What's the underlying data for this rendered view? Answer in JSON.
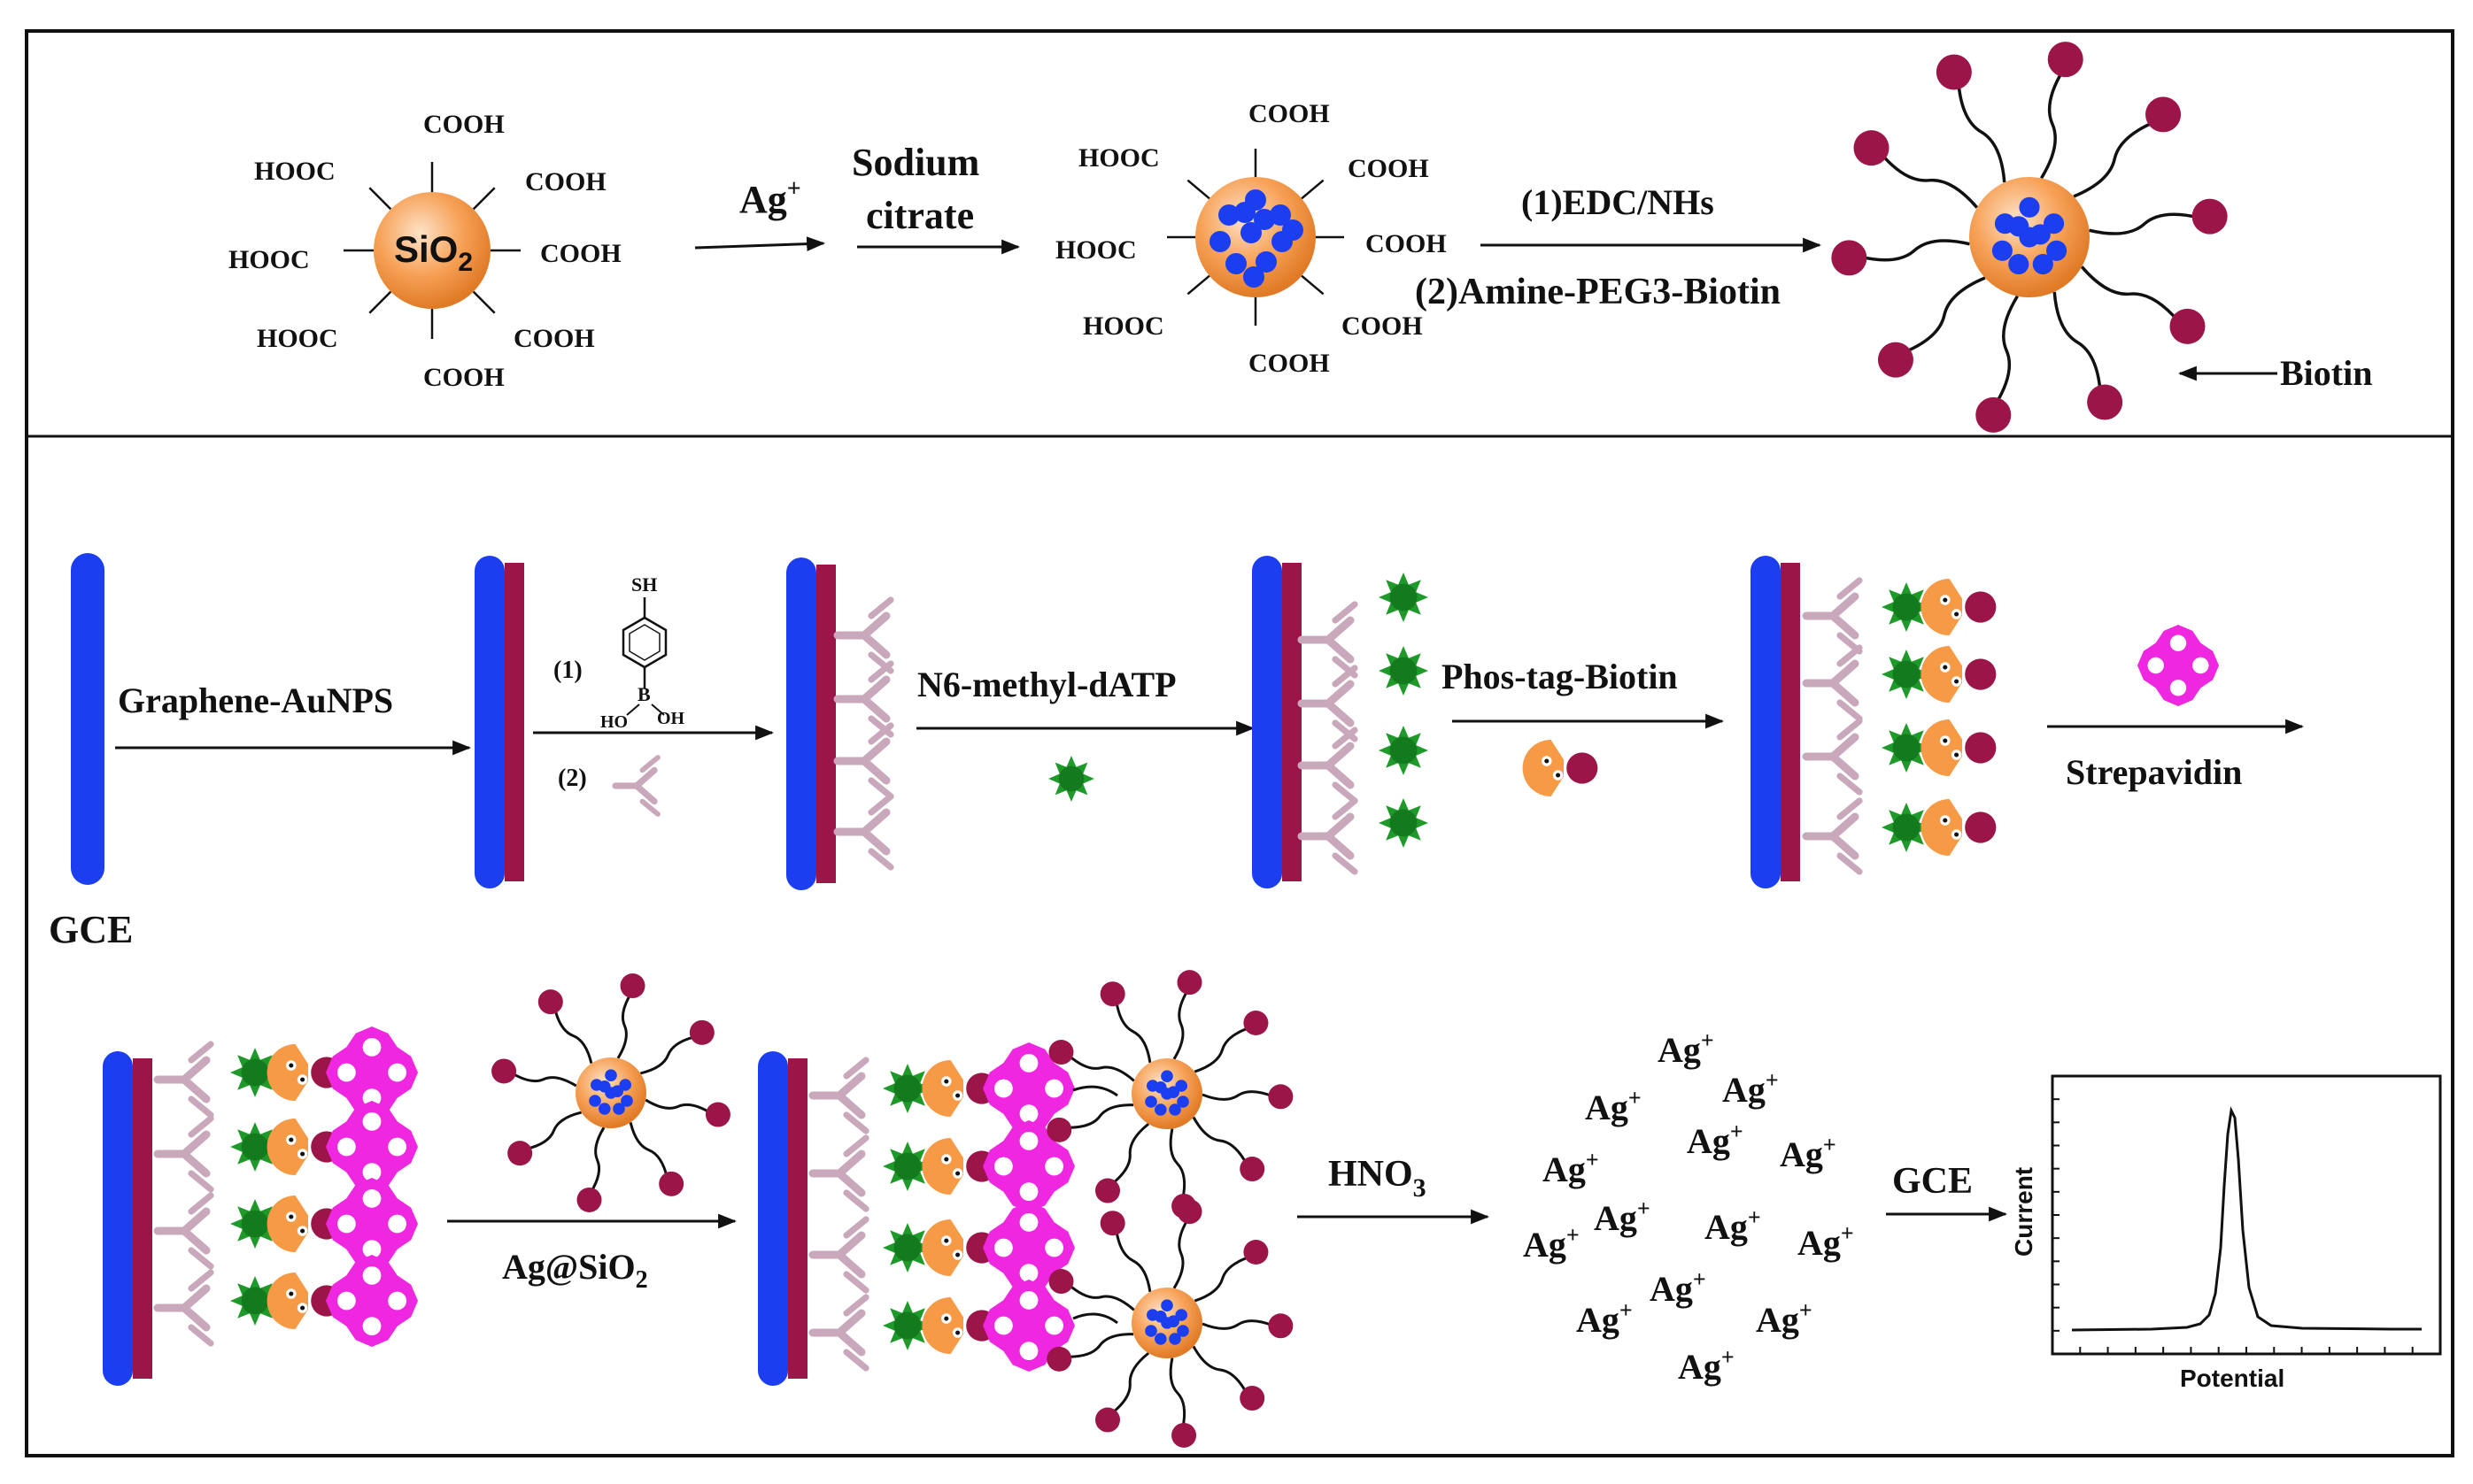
{
  "colors": {
    "electrode": "#1a3ef0",
    "graphene_layer": "#9c1548",
    "sio2_fill": "#f7a258",
    "ag_dot": "#1a3ef0",
    "biotin": "#9c1548",
    "antibody": "#c9a8bb",
    "nucleotide": "#1f9a2a",
    "phos_tag": "#f79a45",
    "streptavidin": "#f027e0"
  },
  "top_panel": {
    "sio2_label": "SiO",
    "sio2_sub": "2",
    "cooh": "COOH",
    "hooc": "HOOC",
    "ag_plus": "Ag",
    "plus": "+",
    "sodium": "Sodium",
    "citrate": "citrate",
    "edc_nhs": "(1)EDC/NHs",
    "amine_peg": "(2)Amine-PEG3-Biotin",
    "biotin": "Biotin"
  },
  "bottom_panel": {
    "gce": "GCE",
    "graphene_aunps": "Graphene-AuNPS",
    "step1": "(1)",
    "step2": "(2)",
    "sh": "SH",
    "b": "B",
    "ho": "HO",
    "oh": "OH",
    "n6": "N6-methyl-dATP",
    "phos_tag_biotin": "Phos-tag-Biotin",
    "strepavidin": "Strepavidin",
    "ag_sio2": "Ag@SiO",
    "ag_sio2_sub": "2",
    "hno3": "HNO",
    "hno3_sub": "3",
    "gce_arrow": "GCE",
    "ag_ion": "Ag",
    "ag_ion_sup": "+"
  },
  "voltammogram": {
    "xlabel": "Potential",
    "ylabel": "Current"
  }
}
